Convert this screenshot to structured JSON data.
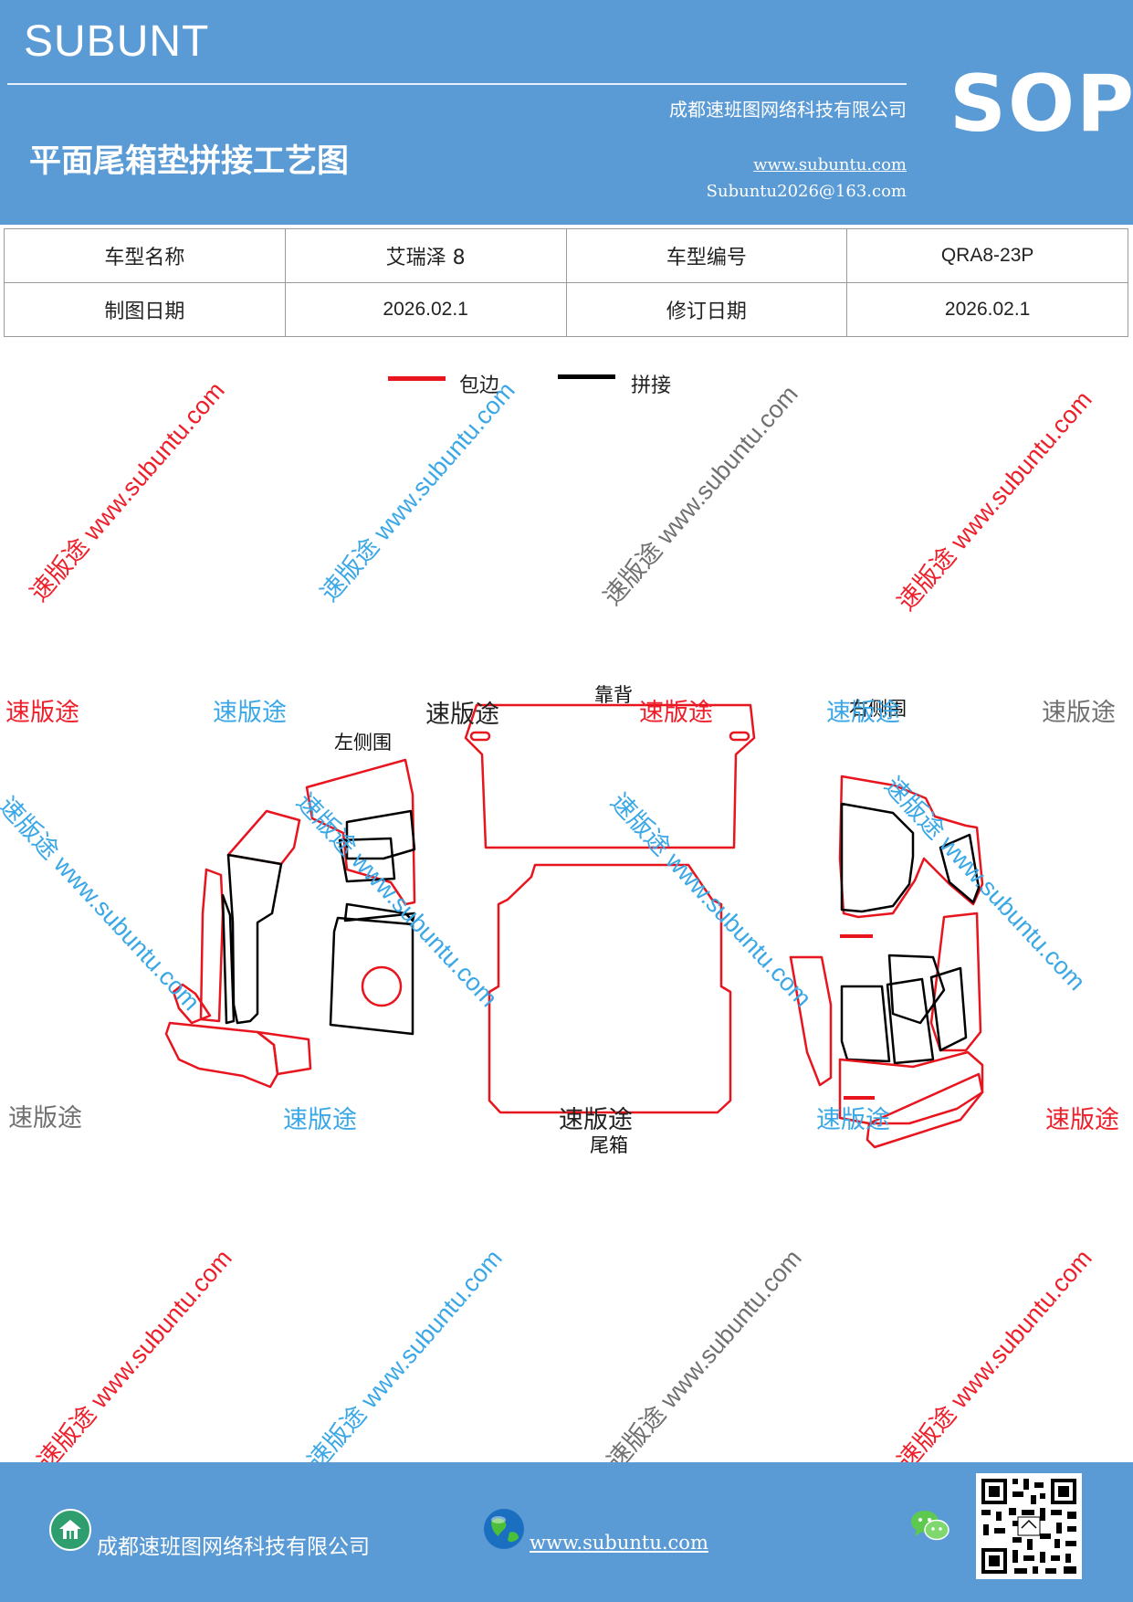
{
  "header": {
    "brand": "SUBUNT",
    "company": "成都速班图网络科技有限公司",
    "title": "平面尾箱垫拼接工艺图",
    "website": "www.subuntu.com",
    "email": "Subuntu2026@163.com",
    "badge": "SOP"
  },
  "info_table": {
    "model_name_label": "车型名称",
    "model_name_value": "艾瑞泽 8",
    "model_code_label": "车型编号",
    "model_code_value": "QRA8-23P",
    "draw_date_label": "制图日期",
    "draw_date_value": "2026.02.1",
    "revise_date_label": "修订日期",
    "revise_date_value": "2026.02.1"
  },
  "legend": {
    "edge_label": "包边",
    "edge_color": "#e8141e",
    "splice_label": "拼接",
    "splice_color": "#000000"
  },
  "parts": {
    "backrest": "靠背",
    "left_side": "左侧围",
    "right_side": "右侧围",
    "trunk": "尾箱"
  },
  "watermark": {
    "brand": "速版途",
    "url": "www.subuntu.com"
  },
  "footer": {
    "company": "成都速班图网络科技有限公司",
    "website": "www.subuntu.com"
  },
  "icons": [
    "home-icon",
    "globe-icon",
    "wechat-icon",
    "qr-code"
  ]
}
